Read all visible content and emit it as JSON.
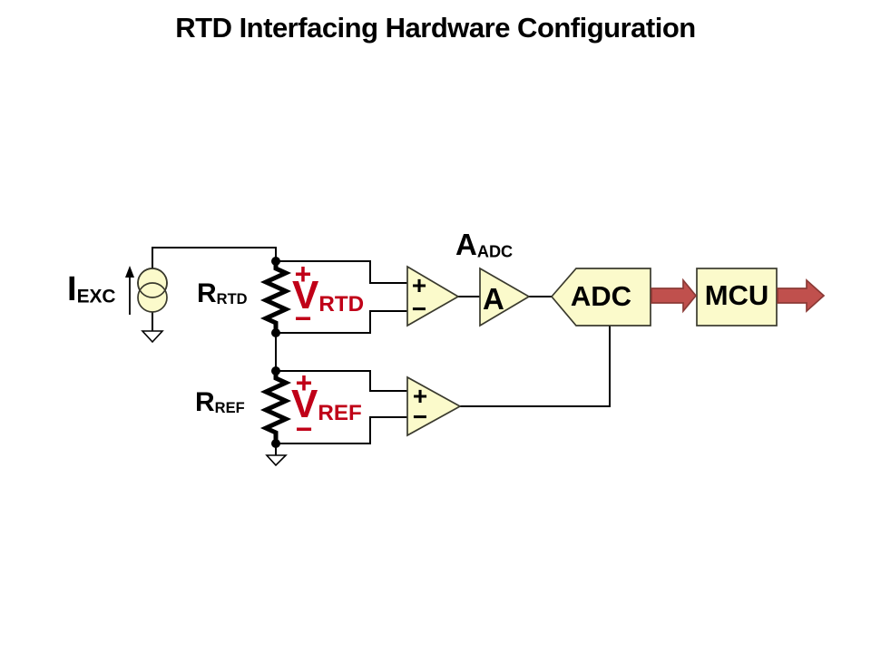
{
  "title": "RTD Interfacing Hardware Configuration",
  "colors": {
    "background": "#FFFFFF",
    "text": "#000000",
    "wire": "#000000",
    "shape-fill": "#FBFACB",
    "shape-stroke": "#3A3A2E",
    "accent-red": "#C00018",
    "arrow-fill": "#C0504D",
    "arrow-stroke": "#8B3A36"
  },
  "labels": {
    "excitation_current": {
      "main": "I",
      "sub": "EXC"
    },
    "rtd_resistor": {
      "main": "R",
      "sub": "RTD"
    },
    "rtd_voltage": {
      "main": "V",
      "sub": "RTD",
      "plus": "+",
      "minus": "−"
    },
    "ref_resistor": {
      "main": "R",
      "sub": "REF"
    },
    "ref_voltage": {
      "main": "V",
      "sub": "REF",
      "plus": "+",
      "minus": "−"
    },
    "adc_gain": {
      "main": "A",
      "sub": "ADC"
    },
    "amplifier": "A",
    "adc_block": "ADC",
    "mcu_block": "MCU",
    "opamp_plus": "+",
    "opamp_minus": "−"
  }
}
